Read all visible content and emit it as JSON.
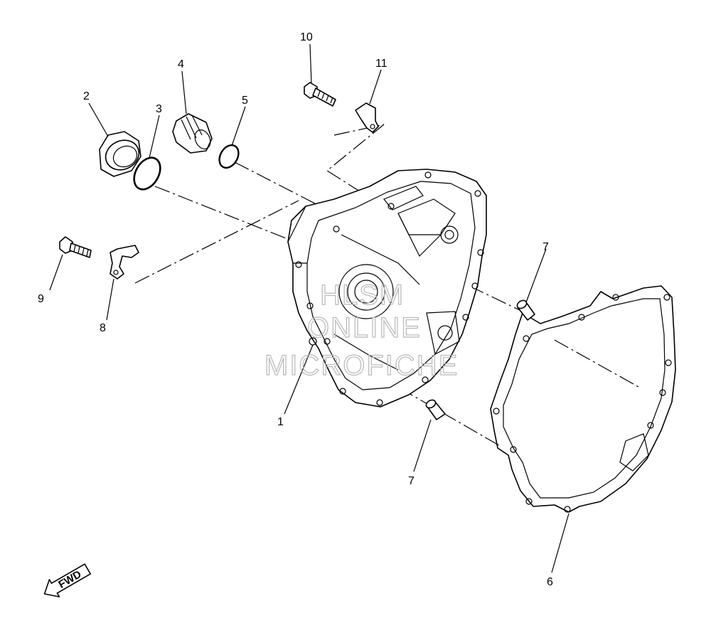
{
  "callouts": {
    "c1": "1",
    "c2": "2",
    "c3": "3",
    "c4": "4",
    "c5": "5",
    "c6": "6",
    "c7a": "7",
    "c7b": "7",
    "c8": "8",
    "c9": "9",
    "c10": "10",
    "c11": "11"
  },
  "watermark": {
    "line1": "HLSM",
    "line2": "ONLINE",
    "line3": "MICROFICHE"
  },
  "fwd_label": "FWD",
  "colors": {
    "line": "#000000",
    "watermark": "#b8b8b8",
    "background": "#ffffff"
  }
}
